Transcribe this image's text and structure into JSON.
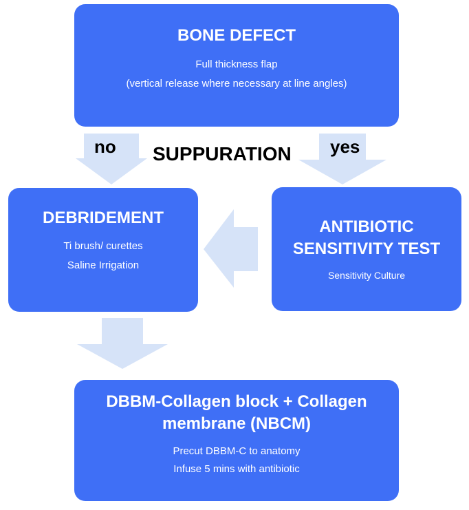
{
  "colors": {
    "box_fill": "#3f6ff6",
    "box_text": "#ffffff",
    "arrow_fill": "#d6e3f8",
    "label_text": "#000000"
  },
  "bone_defect": {
    "title": "BONE DEFECT",
    "line1": "Full thickness flap",
    "line2": "(vertical release where necessary at line angles)"
  },
  "decision": {
    "label": "SUPPURATION",
    "no_label": "no",
    "yes_label": "yes"
  },
  "debridement": {
    "title": "DEBRIDEMENT",
    "line1": "Ti brush/ curettes",
    "line2": "Saline Irrigation"
  },
  "antibiotic": {
    "title_line1": "ANTIBIOTIC",
    "title_line2": "SENSITIVITY TEST",
    "line1": "Sensitivity Culture"
  },
  "graft": {
    "title_line1": "DBBM-Collagen block + Collagen",
    "title_line2": "membrane (NBCM)",
    "line1": "Precut DBBM-C to anatomy",
    "line2": "Infuse 5 mins with antibiotic"
  }
}
